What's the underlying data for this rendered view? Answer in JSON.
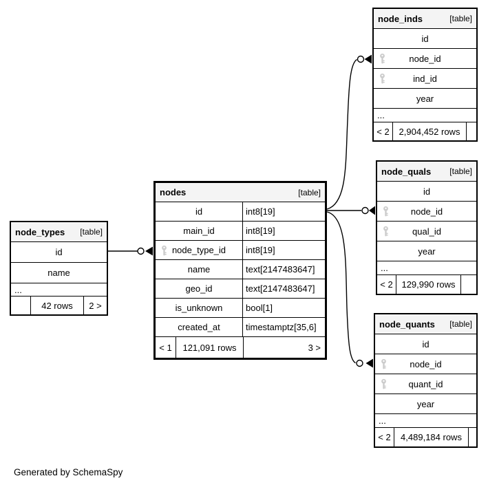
{
  "generated_by": "Generated by SchemaSpy",
  "colors": {
    "line": "#000000",
    "border": "#000000",
    "header_bg": "#f4f4f4",
    "key_icon": "#cccccc",
    "background": "#ffffff"
  },
  "tables": {
    "node_types": {
      "name": "node_types",
      "tag": "[table]",
      "columns": [
        {
          "name": "id"
        },
        {
          "name": "name"
        }
      ],
      "more": "...",
      "footer": {
        "left": "",
        "rows": "42 rows",
        "right": "2 >"
      }
    },
    "nodes": {
      "name": "nodes",
      "tag": "[table]",
      "columns": [
        {
          "name": "id",
          "type": "int8[19]"
        },
        {
          "name": "main_id",
          "type": "int8[19]"
        },
        {
          "name": "node_type_id",
          "type": "int8[19]"
        },
        {
          "name": "name",
          "type": "text[2147483647]"
        },
        {
          "name": "geo_id",
          "type": "text[2147483647]"
        },
        {
          "name": "is_unknown",
          "type": "bool[1]"
        },
        {
          "name": "created_at",
          "type": "timestamptz[35,6]"
        }
      ],
      "footer": {
        "left": "< 1",
        "rows": "121,091 rows",
        "right": "3 >"
      }
    },
    "node_inds": {
      "name": "node_inds",
      "tag": "[table]",
      "columns": [
        {
          "name": "id"
        },
        {
          "name": "node_id"
        },
        {
          "name": "ind_id"
        },
        {
          "name": "year"
        }
      ],
      "more": "...",
      "footer": {
        "left": "< 2",
        "rows": "2,904,452 rows",
        "right": ""
      }
    },
    "node_quals": {
      "name": "node_quals",
      "tag": "[table]",
      "columns": [
        {
          "name": "id"
        },
        {
          "name": "node_id"
        },
        {
          "name": "qual_id"
        },
        {
          "name": "year"
        }
      ],
      "more": "...",
      "footer": {
        "left": "< 2",
        "rows": "129,990 rows",
        "right": ""
      }
    },
    "node_quants": {
      "name": "node_quants",
      "tag": "[table]",
      "columns": [
        {
          "name": "id"
        },
        {
          "name": "node_id"
        },
        {
          "name": "quant_id"
        },
        {
          "name": "year"
        }
      ],
      "more": "...",
      "footer": {
        "left": "< 2",
        "rows": "4,489,184 rows",
        "right": ""
      }
    }
  }
}
